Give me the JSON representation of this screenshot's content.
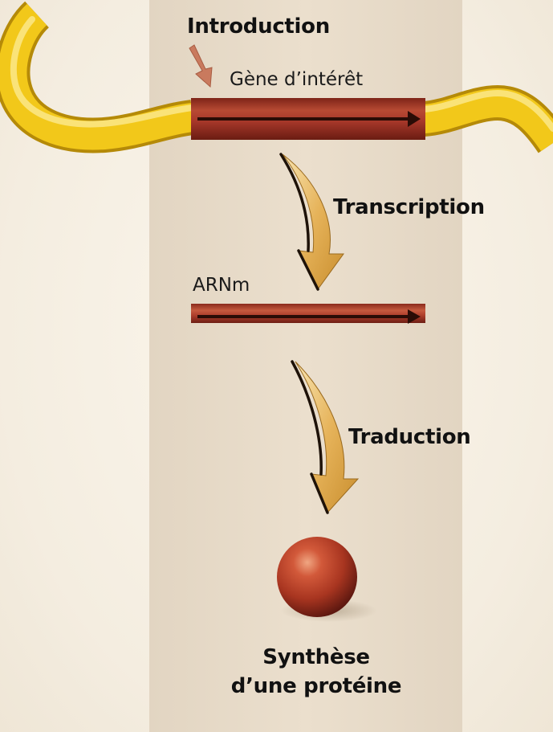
{
  "labels": {
    "introduction": "Introduction",
    "gene": "Gène d’intérêt",
    "transcription": "Transcription",
    "arnm": "ARNm",
    "traduction": "Traduction",
    "synthesis_line1": "Synthèse",
    "synthesis_line2": "d’une protéine"
  },
  "colors": {
    "background": "#f7f1e6",
    "panel": "#e8dccb",
    "dna_strand": "#f2c81a",
    "gene_segment": "#a8382a",
    "arrow_gold": "#e2b45c",
    "protein": "#b23a22",
    "intro_arrow": "#c97a5e"
  }
}
